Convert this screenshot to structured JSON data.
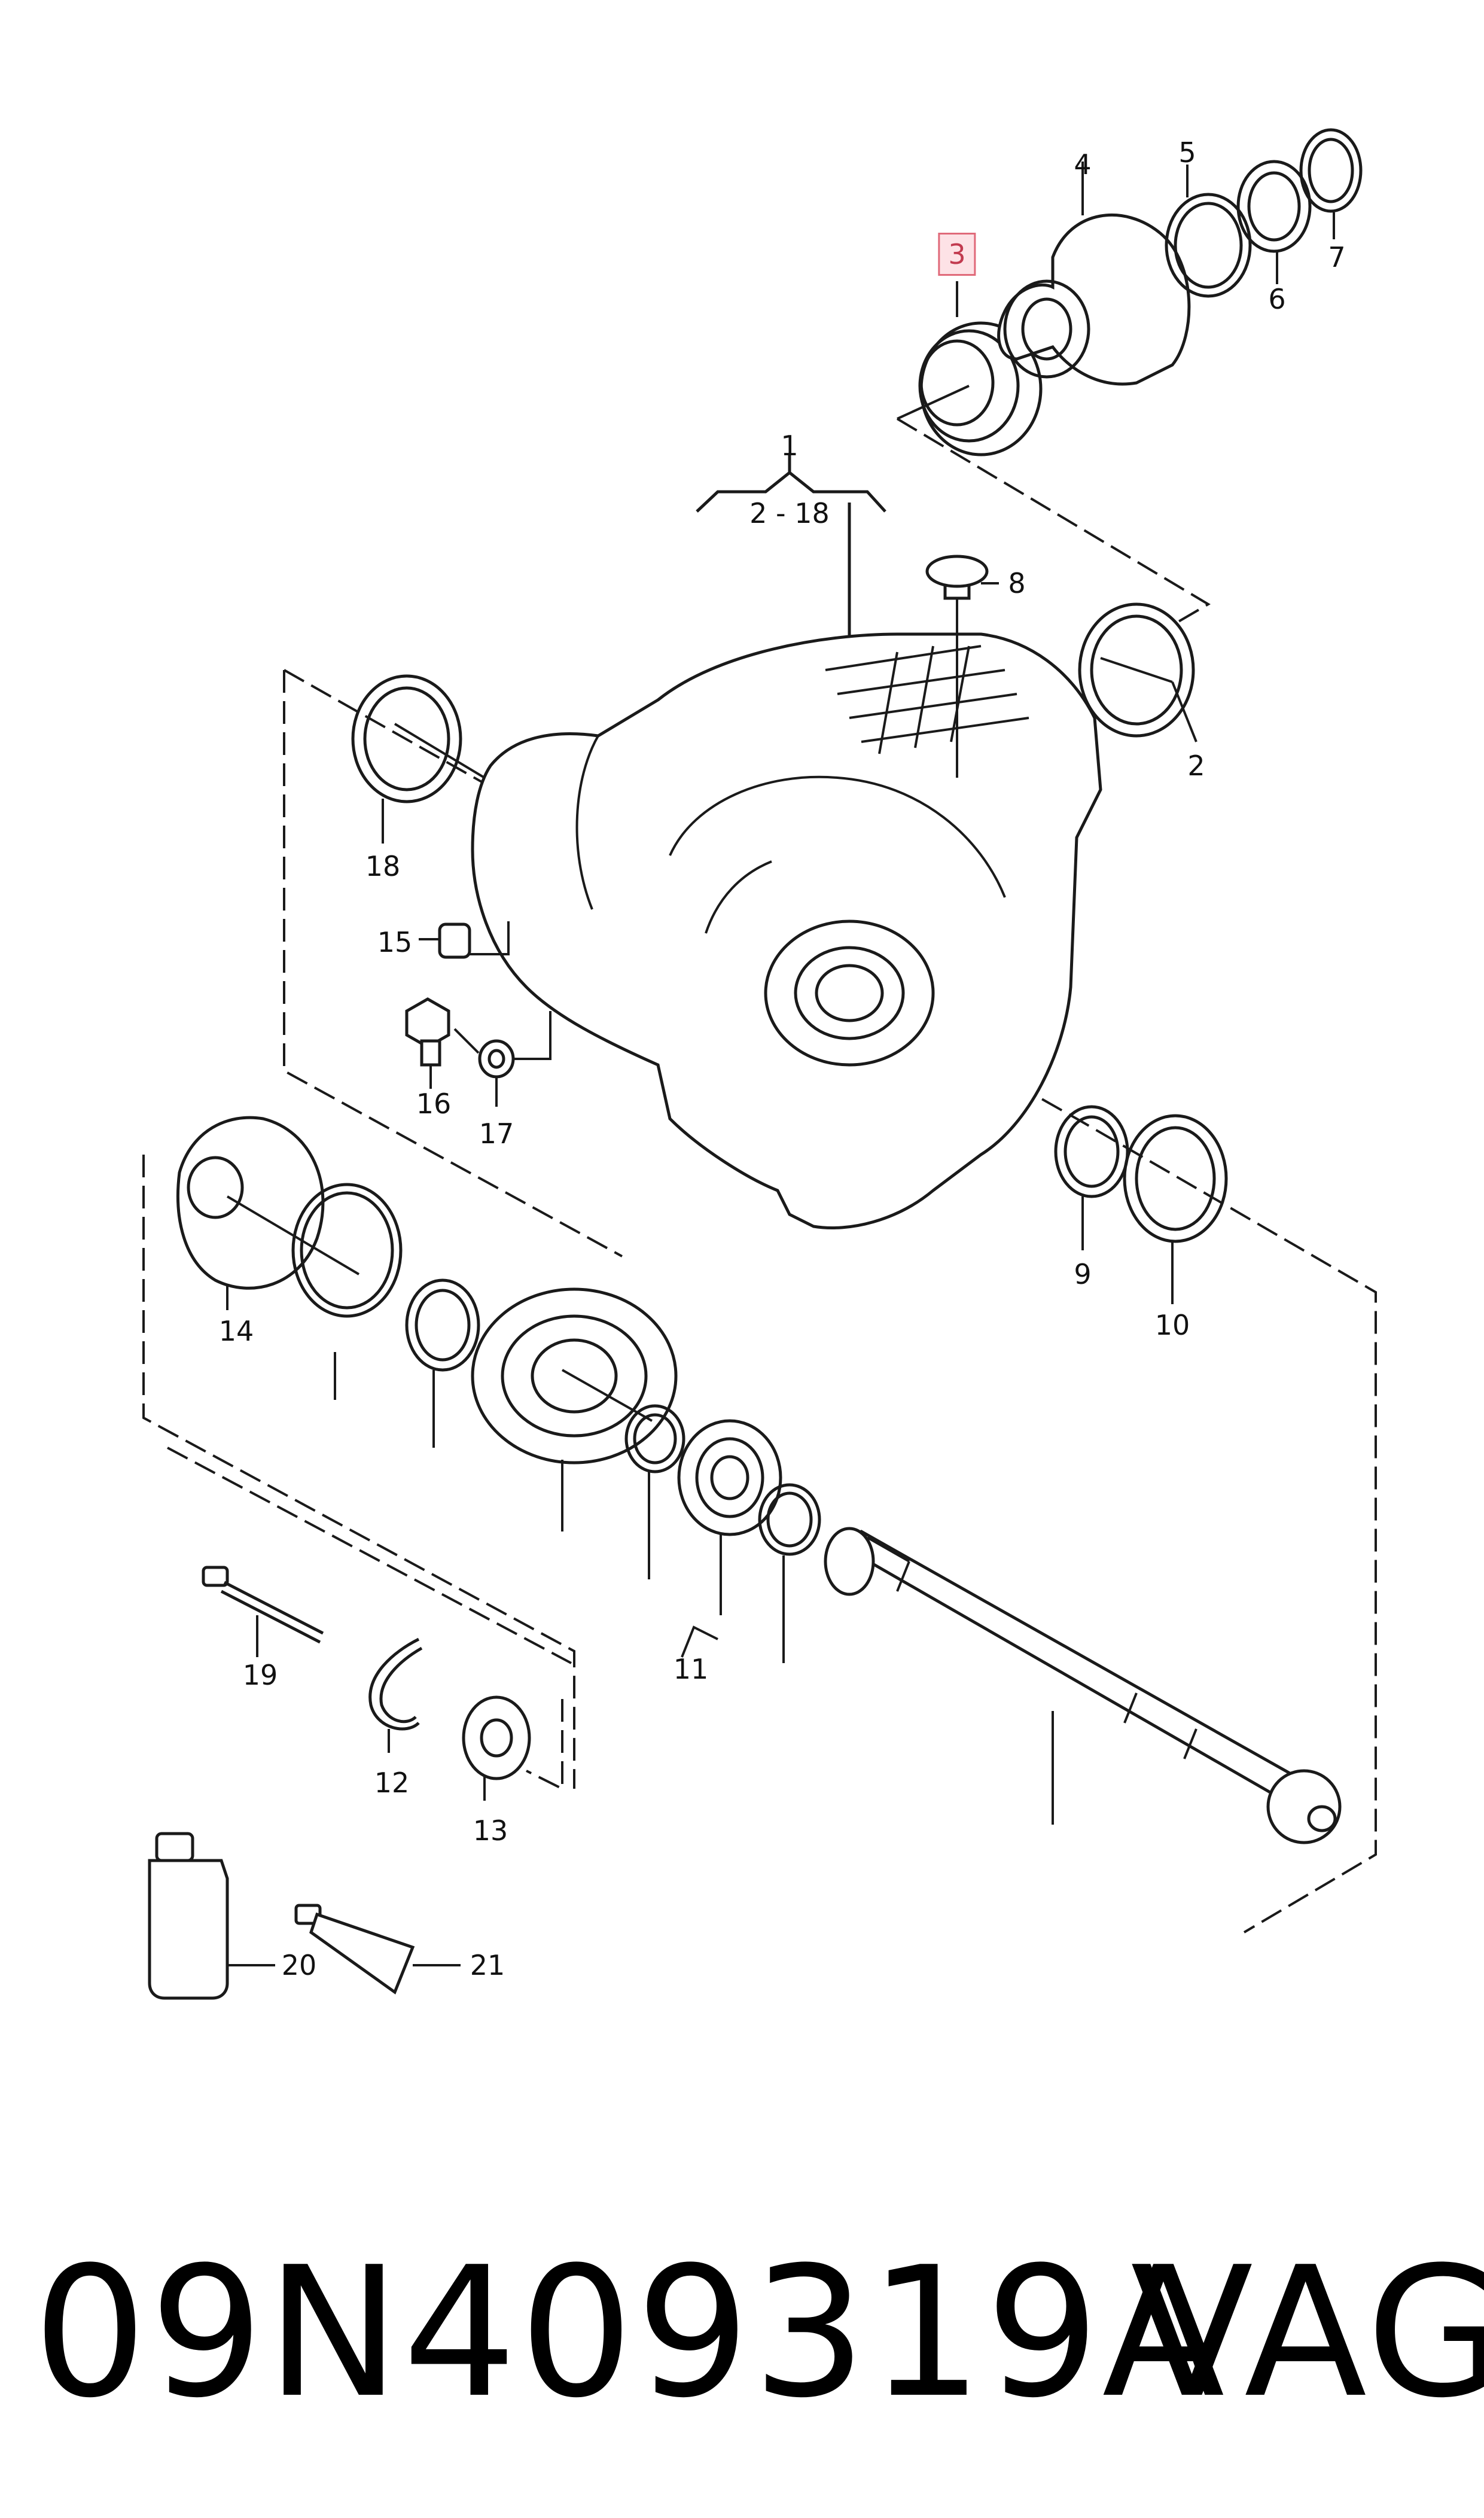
{
  "diagram": {
    "callouts": {
      "c1": "1",
      "c2_18": "2 - 18",
      "c2": "2",
      "c3": "3",
      "c4": "4",
      "c5": "5",
      "c6": "6",
      "c7": "7",
      "c8": "8",
      "c9": "9",
      "c10": "10",
      "c11": "11",
      "c12": "12",
      "c13": "13",
      "c14": "14",
      "c15": "15",
      "c16": "16",
      "c17": "17",
      "c18": "18",
      "c19": "19",
      "c20": "20",
      "c21": "21"
    },
    "highlighted_callout": "3",
    "highlight_color": "#e06a7a"
  },
  "footer": {
    "part_number": "09N409319A",
    "brand": "VAG"
  }
}
